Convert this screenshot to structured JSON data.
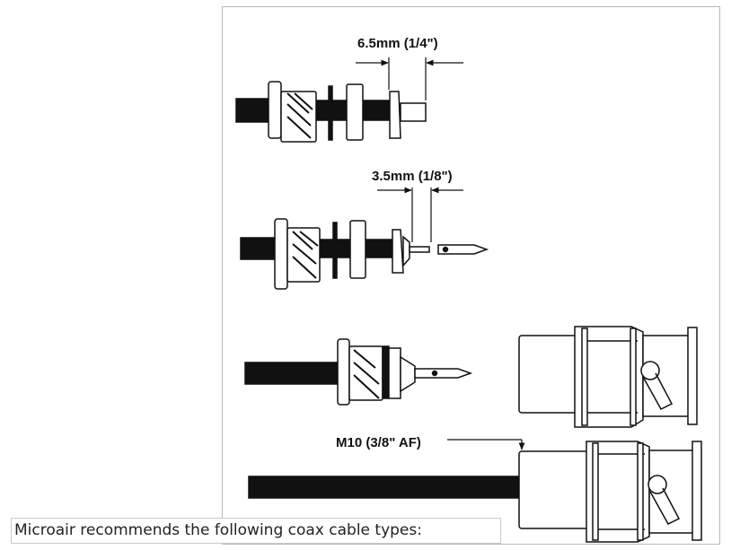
{
  "figure": {
    "labels": {
      "dim1": "6.5mm (1/4\")",
      "dim2": "3.5mm (1/8\")",
      "dim3": "M10 (3/8\" AF)"
    }
  },
  "caption": "Microair recommends the following coax cable types:",
  "colors": {
    "ink": "#111111",
    "border": "#b9b9b9"
  }
}
